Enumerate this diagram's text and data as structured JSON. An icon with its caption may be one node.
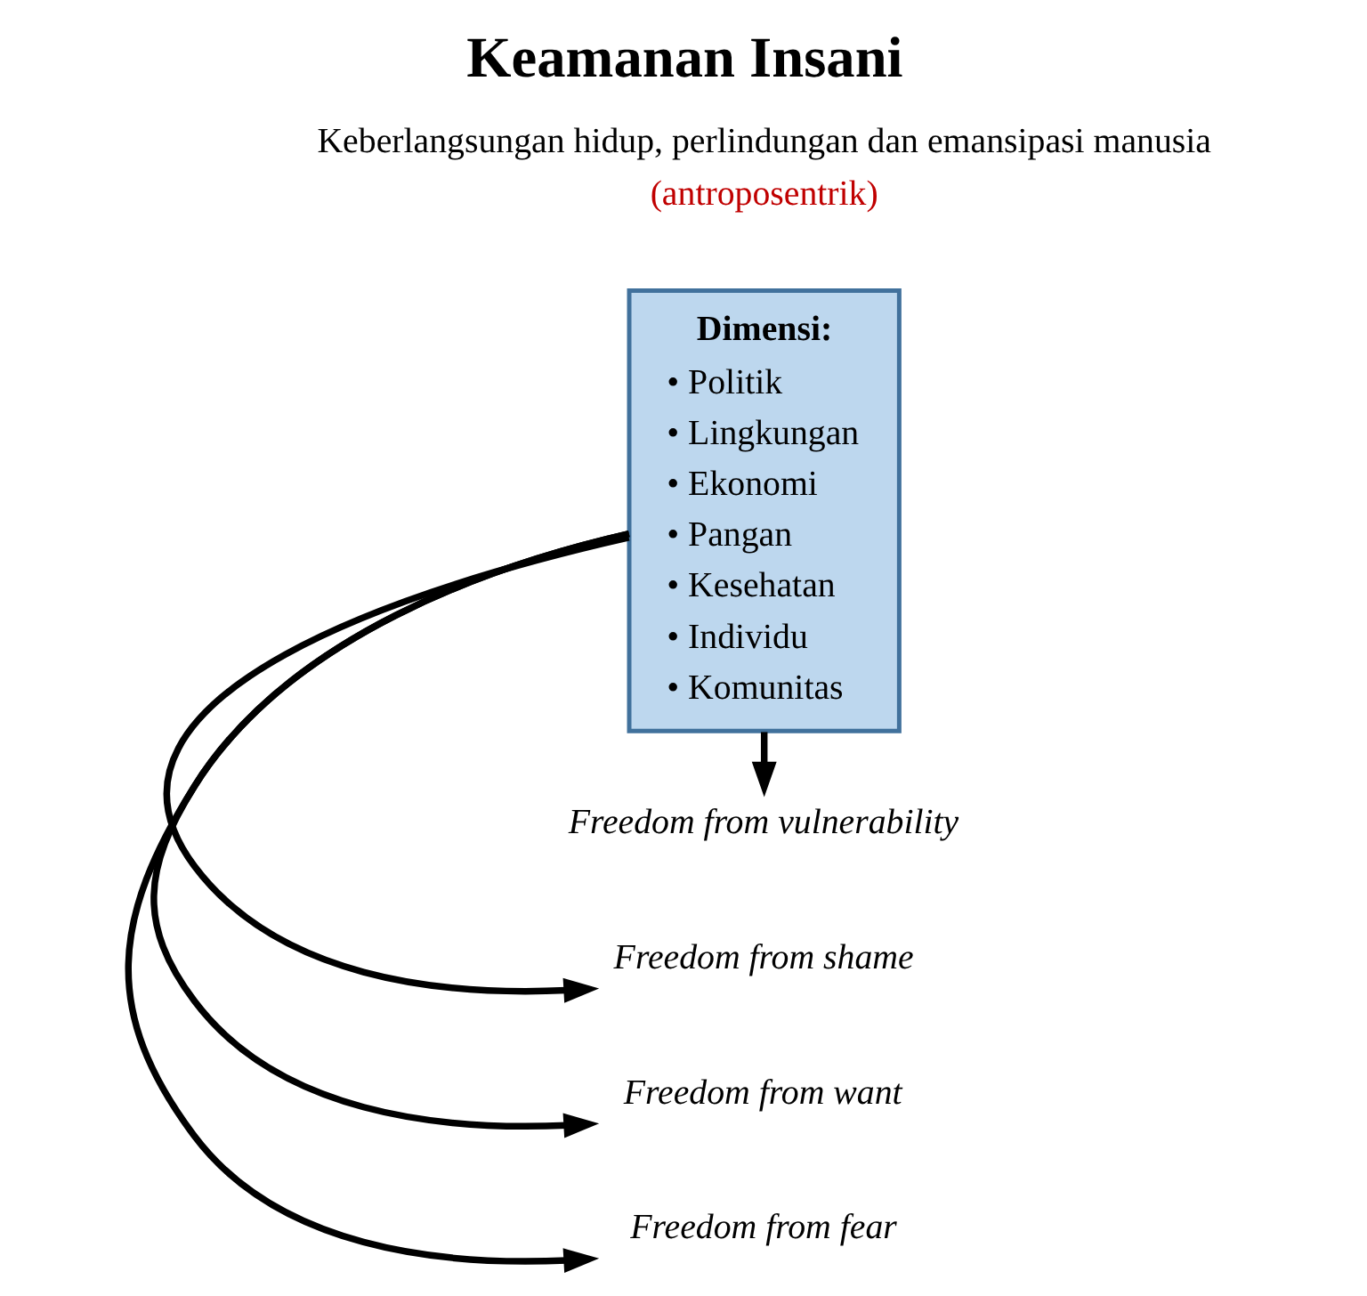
{
  "diagram": {
    "title": "Keamanan Insani",
    "nodes": [
      {
        "text": [
          "Dimensi:",
          "• Politik",
          "• Lingkungan",
          "• Ekonomi",
          "• Pangan",
          "• Kesehatan",
          "• Individu",
          "• Komunitas"
        ]
      },
      {
        "text": [
          "Freedom from fear"
        ]
      },
      {
        "text": [
          "Freedom from want"
        ]
      },
      {
        "text": [
          "Freedom from shame"
        ]
      },
      {
        "text": [
          "Freedom from vulnerability"
        ]
      }
    ],
    "edges": [
      {
        "from": 0,
        "to": 1,
        "arrow": "to"
      },
      {
        "from": 0,
        "to": 2,
        "arrow": "to"
      },
      {
        "from": 0,
        "to": 3,
        "arrow": "to"
      },
      {
        "from": 0,
        "to": 4,
        "arrow": "to"
      }
    ],
    "labels": [
      "Keberlangsungan hidup, perlindungan dan emansipasi manusia",
      "(antroposentrik)"
    ]
  }
}
